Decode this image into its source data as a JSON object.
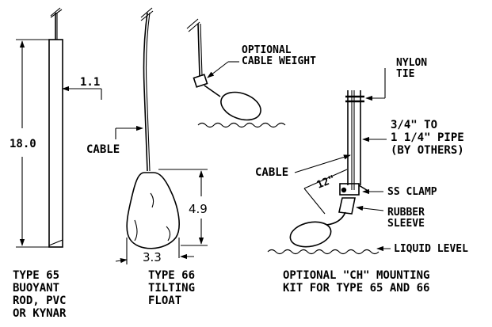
{
  "type65": {
    "dim_length": "18.0",
    "dim_diameter": "1.1",
    "caption_lines": [
      "TYPE 65",
      "BUOYANT",
      "ROD, PVC",
      "OR KYNAR"
    ]
  },
  "type66": {
    "cable_label": "CABLE",
    "dim_height": "4.9",
    "dim_width": "3.3",
    "caption_lines": [
      "TYPE 66",
      "TILTING",
      "FLOAT"
    ]
  },
  "weight_detail": {
    "label_lines": [
      "OPTIONAL",
      "CABLE WEIGHT"
    ]
  },
  "mounting_kit": {
    "nylon_tie_lines": [
      "NYLON",
      "TIE"
    ],
    "pipe_lines": [
      "3/4\" TO",
      "1 1/4\" PIPE",
      "(BY OTHERS)"
    ],
    "cable_label": "CABLE",
    "dim_length": "12\"",
    "clamp_label": "SS CLAMP",
    "sleeve_lines": [
      "RUBBER",
      "SLEEVE"
    ],
    "liquid_label": "LIQUID LEVEL",
    "caption_lines": [
      "OPTIONAL \"CH\" MOUNTING",
      "KIT FOR TYPE 65 AND 66"
    ]
  }
}
